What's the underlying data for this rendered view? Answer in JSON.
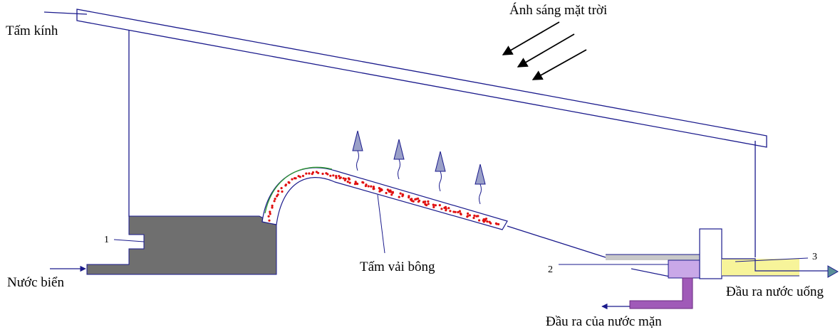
{
  "labels": {
    "glass": "Tấm kính",
    "sunlight": "Ánh sáng mặt trời",
    "seawater": "Nước biển",
    "cotton": "Tấm vải bông",
    "salt_out": "Đầu ra của nước mặn",
    "drink_out": "Đầu ra nước uống",
    "n1": "1",
    "n2": "2",
    "n3": "3"
  },
  "colors": {
    "line": "#1a1a8c",
    "reservoir": "#6f6f6f",
    "dots": "#e01010",
    "cloth_outline": "#2e9a2e",
    "vapor": "#9aa0c8",
    "brine": "#c9a8e8",
    "brine_pipe": "#a05ab8",
    "fresh": "#f7f49a",
    "fresh_arrow": "#5a8f98",
    "tray": "#c8c8c8"
  },
  "icons": {
    "vapor": "up-arrow-icon",
    "sun": "sunray-arrow-icon"
  }
}
